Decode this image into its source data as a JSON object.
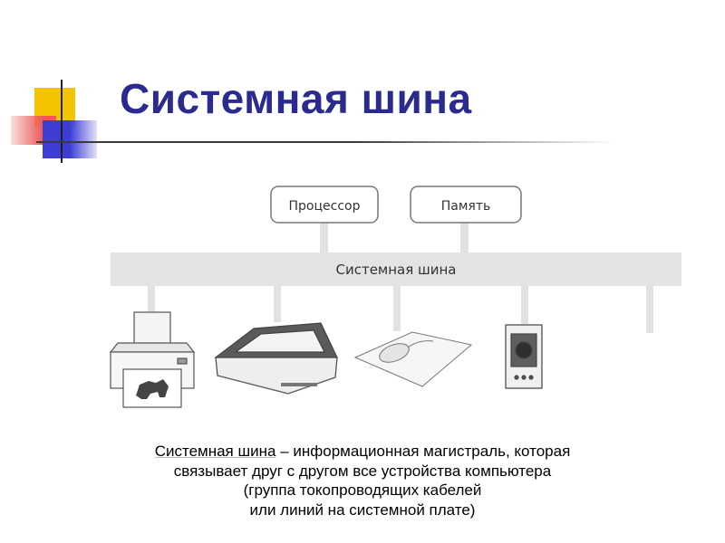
{
  "title": "Системная шина",
  "diagram": {
    "processor_label": "Процессор",
    "memory_label": "Память",
    "bus_label": "Системная шина"
  },
  "caption": {
    "term": "Системная шина",
    "line1_rest": " – информационная  магистраль, которая",
    "line2": "связывает друг с другом все устройства компьютера",
    "line3": "(группа токопроводящих кабелей",
    "line4": "или линий  на системной  плате)"
  },
  "colors": {
    "title": "#2b2b8f",
    "deco_yellow": "#f5c400",
    "deco_red": "#ec5a5a",
    "deco_blue": "#3d3dd6",
    "bus": "#e4e4e4"
  }
}
